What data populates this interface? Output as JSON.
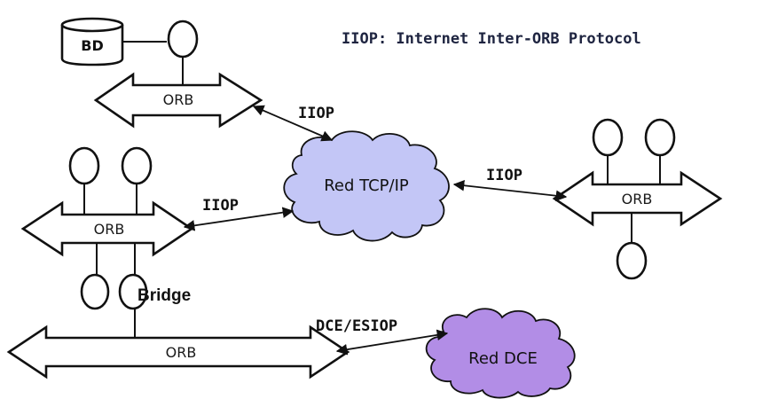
{
  "title": "IIOP: Internet Inter-ORB Protocol",
  "database_label": "BD",
  "orb_label": "ORB",
  "bridge_label": "Bridge",
  "protocols": {
    "top": "IIOP",
    "left": "IIOP",
    "right": "IIOP",
    "dce": "DCE/ESIOP"
  },
  "clouds": {
    "tcpip": "Red TCP/IP",
    "dce": "Red DCE"
  },
  "colors": {
    "tcpip_cloud": "#c3c6f6",
    "dce_cloud": "#b28de6",
    "title_text": "#1e2440"
  }
}
